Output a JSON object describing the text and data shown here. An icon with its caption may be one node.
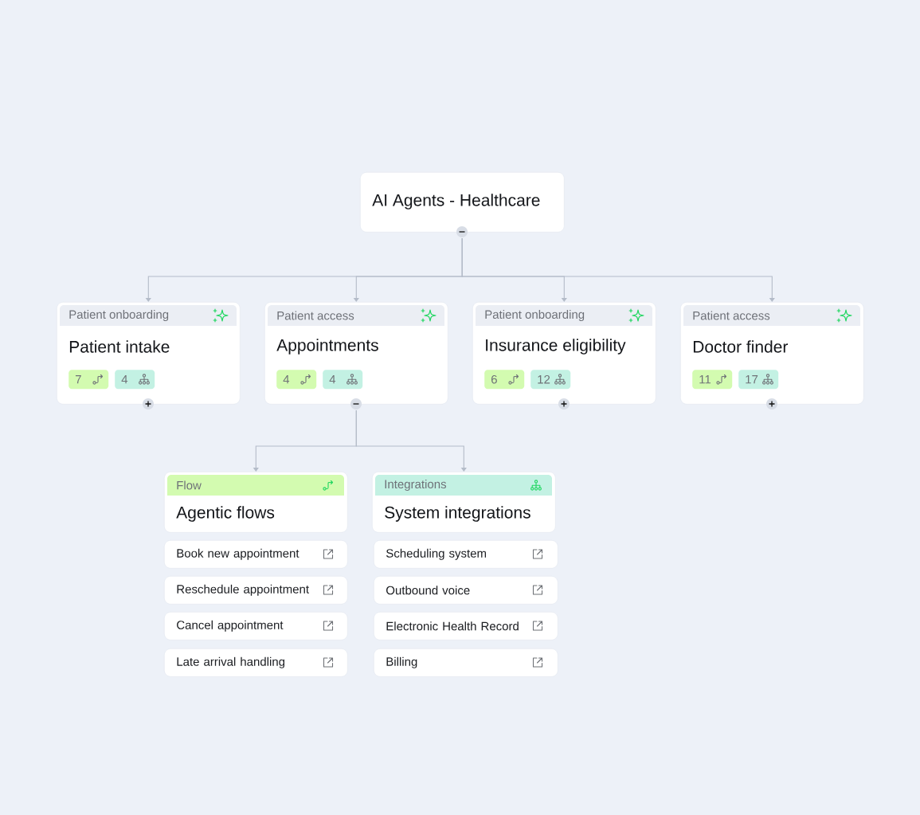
{
  "diagram": {
    "nodes": [
      {
        "text": [
          "AI Agents - Healthcare"
        ]
      },
      {
        "text": [
          "Patient onboarding",
          "Patient intake"
        ]
      },
      {
        "text": [
          "7"
        ],
        "in": 1
      },
      {
        "text": [
          "4"
        ],
        "in": 1
      },
      {
        "text": [
          "Patient access",
          "Appointments"
        ]
      },
      {
        "text": [
          "4"
        ],
        "in": 4
      },
      {
        "text": [
          "4"
        ],
        "in": 4
      },
      {
        "text": [
          "Patient onboarding",
          "Insurance eligibility"
        ]
      },
      {
        "text": [
          "6"
        ],
        "in": 7
      },
      {
        "text": [
          "12"
        ],
        "in": 7
      },
      {
        "text": [
          "Patient access",
          "Doctor finder"
        ]
      },
      {
        "text": [
          "11"
        ],
        "in": 10
      },
      {
        "text": [
          "17"
        ],
        "in": 10
      },
      {
        "text": [
          "Flow",
          "Agentic flows"
        ]
      },
      {
        "text": [
          "Integrations",
          "System integrations"
        ]
      },
      {
        "text": [
          "Book new appointment"
        ]
      },
      {
        "text": [
          "Reschedule appointment"
        ]
      },
      {
        "text": [
          "Cancel appointment"
        ]
      },
      {
        "text": [
          "Late arrival handling"
        ]
      },
      {
        "text": [
          "Scheduling system"
        ]
      },
      {
        "text": [
          "Outbound voice"
        ]
      },
      {
        "text": [
          "Electronic Health Record"
        ]
      },
      {
        "text": [
          "Billing"
        ]
      }
    ],
    "edges": [
      {
        "from": 0,
        "to": 1,
        "arrow": "to"
      },
      {
        "from": 0,
        "to": 4,
        "arrow": "to"
      },
      {
        "from": 0,
        "to": 7,
        "arrow": "to"
      },
      {
        "from": 0,
        "to": 10,
        "arrow": "to"
      },
      {
        "from": 4,
        "to": 13,
        "arrow": "to"
      },
      {
        "from": 4,
        "to": 14,
        "arrow": "to"
      }
    ]
  }
}
